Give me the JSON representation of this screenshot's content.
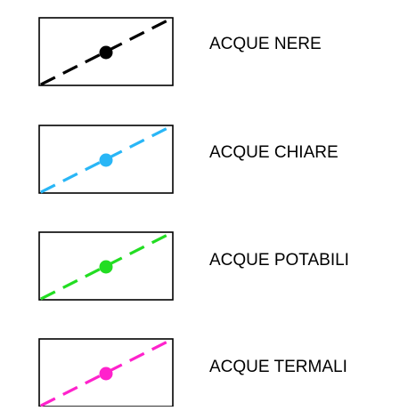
{
  "legend": {
    "items": [
      {
        "label": "ACQUE NERE",
        "color": "#000000",
        "frame_color": "#000000"
      },
      {
        "label": "ACQUE CHIARE",
        "color": "#29b6f6",
        "frame_color": "#000000"
      },
      {
        "label": "ACQUE POTABILI",
        "color": "#22dd22",
        "frame_color": "#000000"
      },
      {
        "label": "ACQUE TERMALI",
        "color": "#ff22cc",
        "frame_color": "#000000"
      }
    ]
  }
}
